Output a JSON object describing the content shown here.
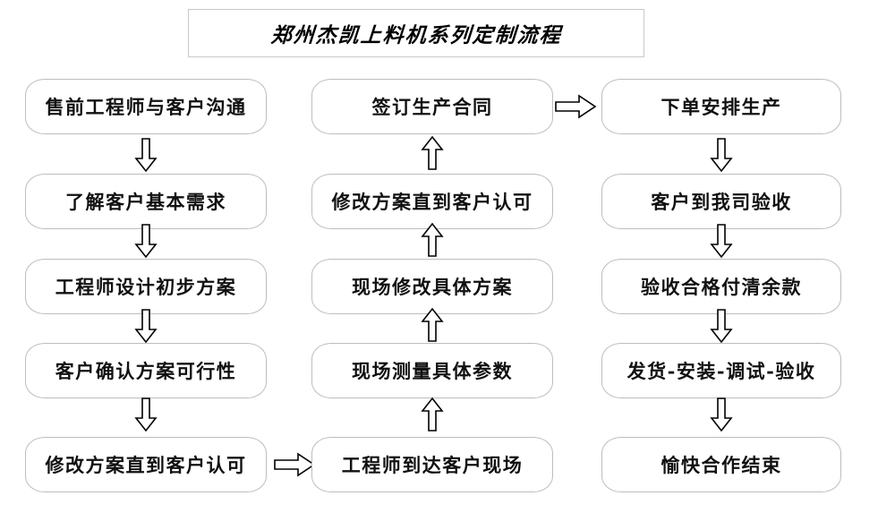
{
  "title": {
    "text": "郑州杰凯上料机系列定制流程"
  },
  "colors": {
    "background": "#ffffff",
    "box_border": "#bdbdbd",
    "title_border": "#c9c9c9",
    "text": "#111111",
    "arrow_stroke": "#000000",
    "arrow_fill": "#ffffff"
  },
  "columns": [
    {
      "id": "column-left",
      "flow_direction": "down",
      "nodes": [
        {
          "label": "售前工程师与客户沟通"
        },
        {
          "label": "了解客户基本需求"
        },
        {
          "label": "工程师设计初步方案"
        },
        {
          "label": "客户确认方案可行性"
        },
        {
          "label": "修改方案直到客户认可"
        }
      ]
    },
    {
      "id": "column-middle",
      "flow_direction": "up",
      "nodes": [
        {
          "label": "签订生产合同"
        },
        {
          "label": "修改方案直到客户认可"
        },
        {
          "label": "现场修改具体方案"
        },
        {
          "label": "现场测量具体参数"
        },
        {
          "label": "工程师到达客户现场"
        }
      ]
    },
    {
      "id": "column-right",
      "flow_direction": "down",
      "nodes": [
        {
          "label": "下单安排生产"
        },
        {
          "label": "客户到我司验收"
        },
        {
          "label": "验收合格付清余款"
        },
        {
          "label": "发货-安装-调试-验收"
        },
        {
          "label": "愉快合作结束"
        }
      ]
    }
  ],
  "connectors": {
    "vertical_down": "arrow-down-icon",
    "vertical_up": "arrow-up-icon",
    "horizontal_right": "arrow-right-icon",
    "left_to_middle": "修改方案直到客户认可 → 工程师到达客户现场",
    "middle_to_right": "签订生产合同 → 下单安排生产"
  }
}
